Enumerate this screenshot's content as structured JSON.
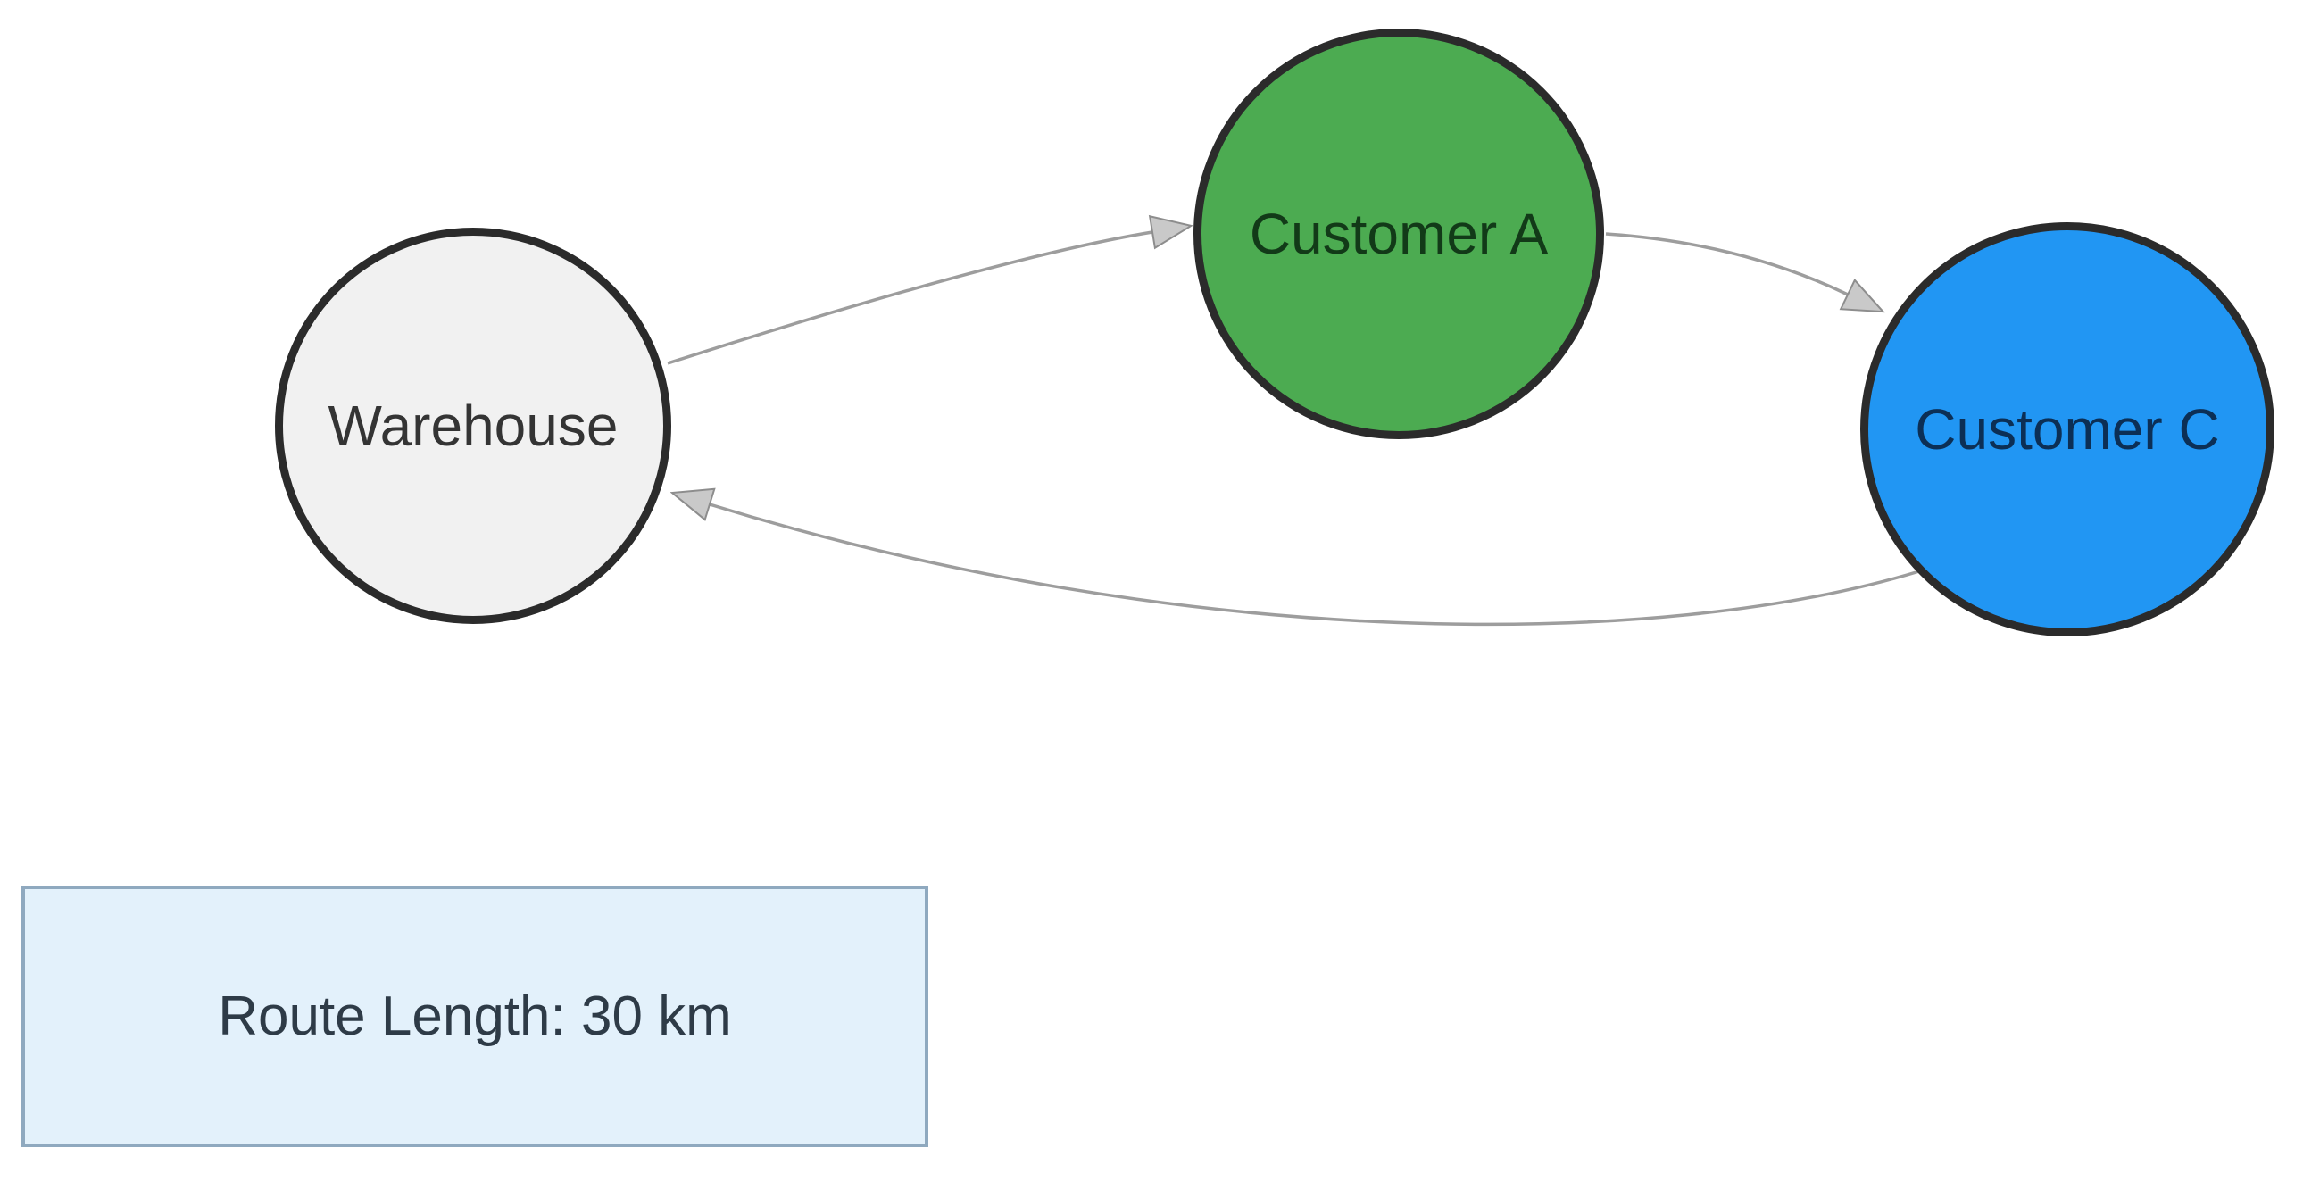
{
  "app": {
    "background_color": "#ffffff"
  },
  "diagram": {
    "type": "flowchart-route-diagram",
    "nodes": [
      {
        "id": "warehouse",
        "label": "Warehouse",
        "shape": "circle",
        "fill": "#f1f1f1",
        "border_color": "#2b2b2b",
        "text_color": "#343434"
      },
      {
        "id": "customer-a",
        "label": "Customer A",
        "shape": "circle",
        "fill": "#4cab51",
        "border_color": "#2b2b2b",
        "text_color": "#123a18"
      },
      {
        "id": "customer-c",
        "label": "Customer C",
        "shape": "circle",
        "fill": "#2196f3",
        "border_color": "#2b2b2b",
        "text_color": "#0c2f55"
      }
    ],
    "edges": [
      {
        "from": "Warehouse",
        "to": "Customer A",
        "directed": true
      },
      {
        "from": "Customer A",
        "to": "Customer C",
        "directed": true
      },
      {
        "from": "Customer C",
        "to": "Warehouse",
        "directed": true
      }
    ],
    "edge_color": "#9d9d9d",
    "arrowhead_fill": "#c9c9c9",
    "arrowhead_stroke": "#8d8d8d"
  },
  "info_box": {
    "label": "Route Length: 30 km",
    "fill": "#e3f1fb",
    "border_color": "#8fa9bf",
    "text_color": "#2e3b47"
  }
}
